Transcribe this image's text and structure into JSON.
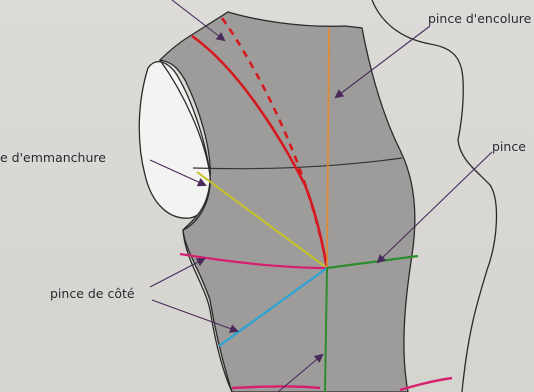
{
  "labels": {
    "pince_encolure": "pince d'encolure",
    "pince_emmanchure": "e d'emmanchure",
    "pince_right": "pince",
    "pince_cote": "pince de côté"
  },
  "colors": {
    "bodice_fill": "#9e9c9b",
    "outline": "#2b2b2b",
    "shoulder_dart": "#d6191f",
    "neckline_dart": "#e5882c",
    "armhole_dart": "#c8c424",
    "side_dart_upper": "#d6206f",
    "side_dart_lower": "#2aa4d4",
    "waist_dart_horizontal": "#2e8b2e",
    "waist_dart_vertical": "#2e8b2e",
    "arrow": "#4a2a5a",
    "waist_line": "#333333"
  }
}
